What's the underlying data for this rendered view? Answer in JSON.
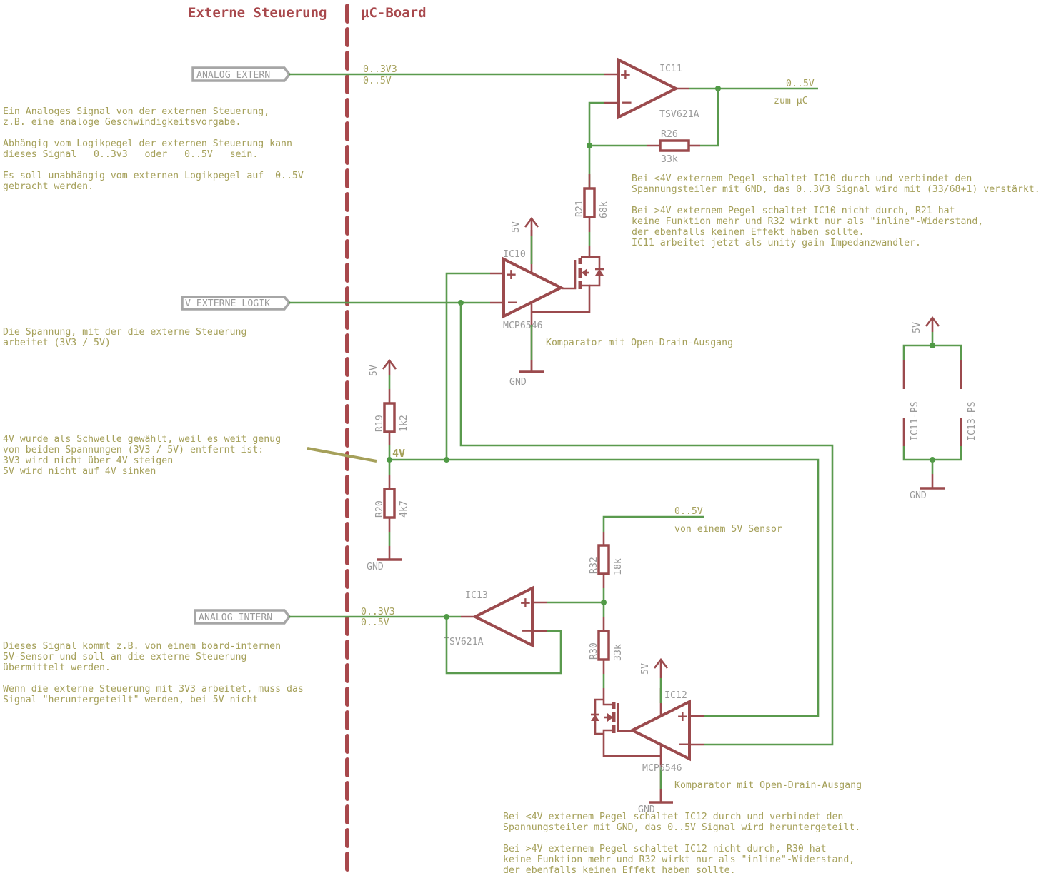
{
  "headers": {
    "left": "Externe Steuerung",
    "right": "µC-Board"
  },
  "ports": {
    "analog_extern": "ANALOG_EXTERN",
    "v_externe_logik": "V_EXTERNE_LOGIK",
    "analog_intern": "ANALOG_INTERN"
  },
  "signal_labels": {
    "extern_range_a": "0..3V3",
    "extern_range_b": "0..5V",
    "out_range": "0..5V",
    "out_dest": "zum µC",
    "sensor_range": "0..5V",
    "sensor_src": "von einem 5V Sensor",
    "intern_range_a": "0..3V3",
    "intern_range_b": "0..5V",
    "threshold": "4V"
  },
  "components": {
    "ic11": {
      "name": "IC11",
      "type": "TSV621A"
    },
    "ic10": {
      "name": "IC10",
      "type": "MCP6546"
    },
    "ic13": {
      "name": "IC13",
      "type": "TSV621A"
    },
    "ic12": {
      "name": "IC12",
      "type": "MCP6546"
    },
    "r26": {
      "name": "R26",
      "value": "33k"
    },
    "r21": {
      "name": "R21",
      "value": "68k"
    },
    "r19": {
      "name": "R19",
      "value": "1k2"
    },
    "r20": {
      "name": "R20",
      "value": "4k7"
    },
    "r32": {
      "name": "R32",
      "value": "18k"
    },
    "r30": {
      "name": "R30",
      "value": "33k"
    },
    "ps11": {
      "name": "IC11-PS"
    },
    "ps13": {
      "name": "IC13-PS"
    }
  },
  "supplies": {
    "vcc": "5V",
    "gnd": "GND"
  },
  "notes": {
    "analog_extern": [
      "Ein Analoges Signal von der externen Steuerung,",
      "z.B. eine analoge Geschwindigkeitsvorgabe.",
      "",
      "Abhängig vom Logikpegel der externen Steuerung kann",
      "dieses Signal   0..3v3   oder   0..5V   sein.",
      "",
      "Es soll unabhängig vom externen Logikpegel auf  0..5V",
      "gebracht werden."
    ],
    "ic10_behaviour": [
      "Bei <4V externem Pegel schaltet IC10 durch und verbindet den",
      "Spannungsteiler mit GND, das 0..3V3 Signal wird mit (33/68+1) verstärkt.",
      "",
      "Bei >4V externem Pegel schaltet IC10 nicht durch, R21 hat",
      "keine Funktion mehr und R32 wirkt nur als \"inline\"-Widerstand,",
      "der ebenfalls keinen Effekt haben sollte.",
      "IC11 arbeitet jetzt als unity gain Impedanzwandler."
    ],
    "v_externe_logik": [
      "Die Spannung, mit der die externe Steuerung",
      "arbeitet (3V3 / 5V)"
    ],
    "comparator_1": "Komparator mit Open-Drain-Ausgang",
    "threshold": [
      "4V wurde als Schwelle gewählt, weil es weit genug",
      "von beiden Spannungen (3V3 / 5V) entfernt ist:",
      "3V3 wird nicht über 4V steigen",
      "5V wird nicht auf 4V sinken"
    ],
    "analog_intern": [
      "Dieses Signal kommt z.B. von einem board-internen",
      "5V-Sensor und soll an die externe Steuerung",
      "übermittelt werden.",
      "",
      "Wenn die externe Steuerung mit 3V3 arbeitet, muss das",
      "Signal \"heruntergeteilt\" werden, bei 5V nicht"
    ],
    "comparator_2": "Komparator mit Open-Drain-Ausgang",
    "ic12_behaviour": [
      "Bei <4V externem Pegel schaltet IC12 durch und verbindet den",
      "Spannungsteiler mit GND, das 0..5V Signal wird heruntergeteilt.",
      "",
      "Bei >4V externem Pegel schaltet IC12 nicht durch, R30 hat",
      "keine Funktion mehr und R32 wirkt nur als \"inline\"-Widerstand,",
      "der ebenfalls keinen Effekt haben sollte."
    ]
  }
}
